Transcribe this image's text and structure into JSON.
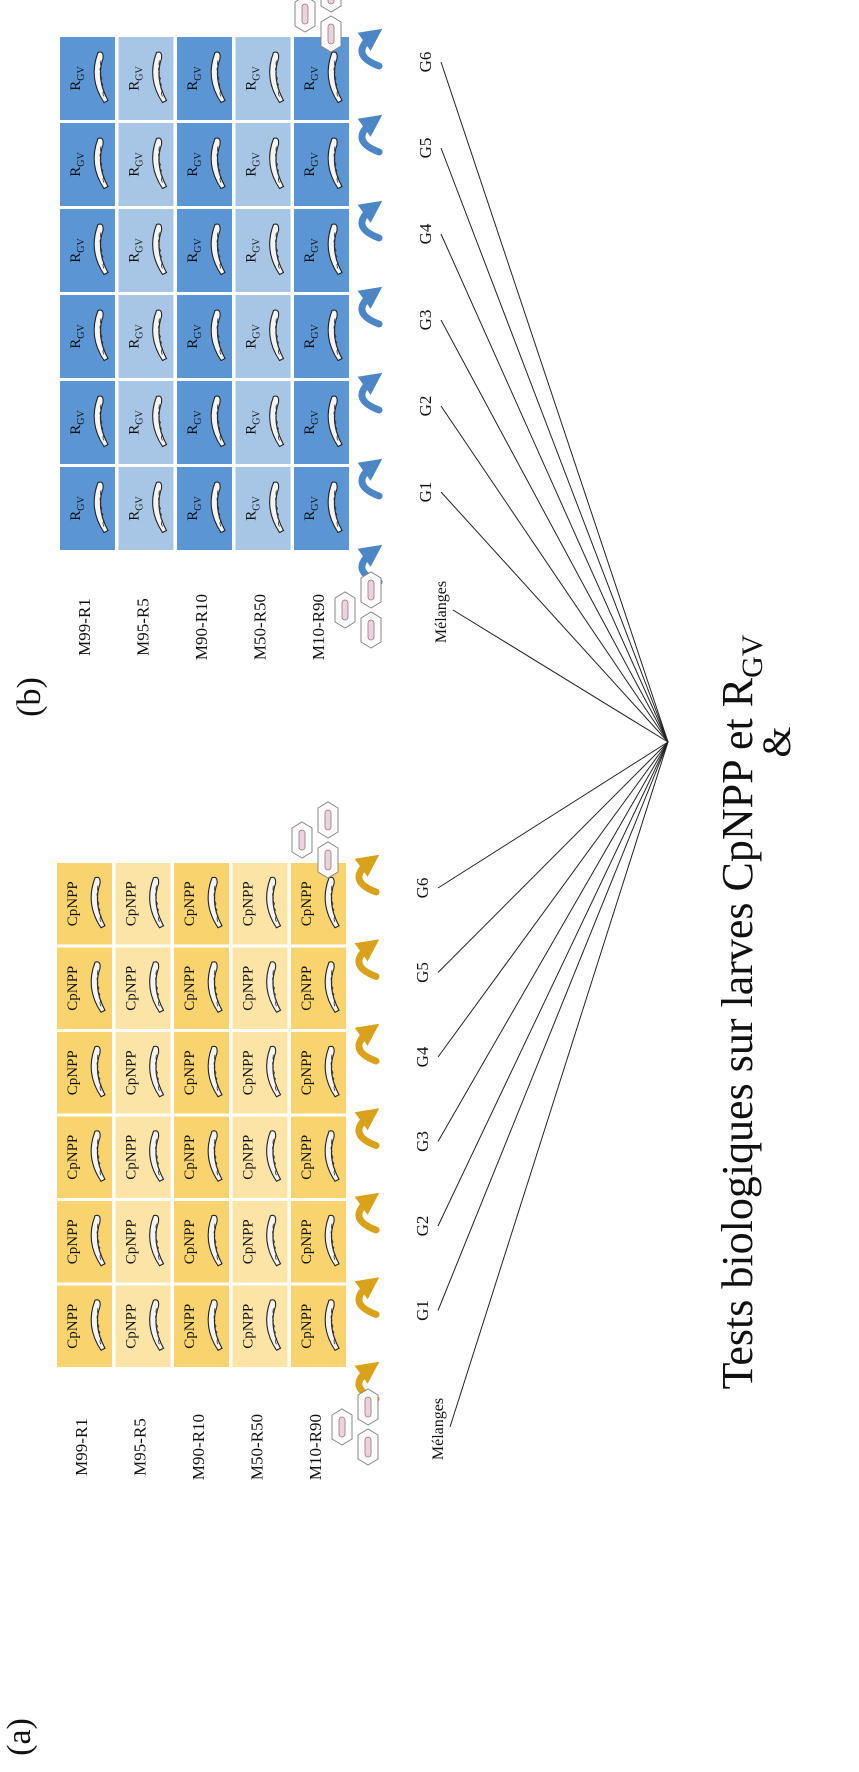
{
  "panel_a": {
    "label": "(a)",
    "cell_text": "CpNPP",
    "mix_label": "Mélanges",
    "rows": [
      "M99-R1",
      "M95-R5",
      "M90-R10",
      "M50-R50",
      "M10-R90"
    ],
    "generations": [
      "G1",
      "G2",
      "G3",
      "G4",
      "G5",
      "G6"
    ],
    "colors": {
      "dark": "#F9D46E",
      "light": "#FCE4A6",
      "arrow": "#D9A21A"
    }
  },
  "panel_b": {
    "label": "(b)",
    "cell_text": "R",
    "cell_subscript": "GV",
    "mix_label": "Mélanges",
    "rows": [
      "M99-R1",
      "M95-R5",
      "M90-R10",
      "M50-R50",
      "M10-R90"
    ],
    "generations": [
      "G1",
      "G2",
      "G3",
      "G4",
      "G5",
      "G6"
    ],
    "colors": {
      "dark": "#5B95D3",
      "light": "#A7C6E6",
      "arrow": "#4C86C4"
    }
  },
  "caption": {
    "main": "Tests biologiques sur larves CpNPP et R",
    "subscript": "GV",
    "ampersand": "&"
  }
}
